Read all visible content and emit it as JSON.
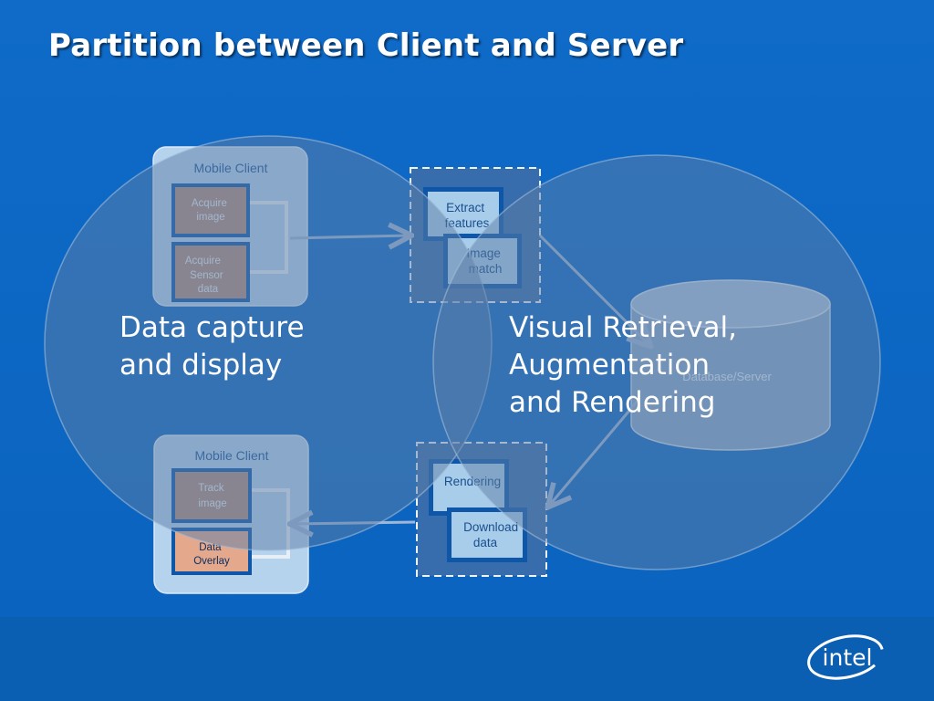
{
  "slide": {
    "title": "Partition between Client and Server"
  },
  "client_top": {
    "header": "Mobile Client",
    "boxes": [
      "Acquire image",
      "Acquire Sensor data"
    ]
  },
  "client_bottom": {
    "header": "Mobile Client",
    "boxes": [
      "Track image",
      "Data Overlay"
    ]
  },
  "server_top": {
    "boxes": [
      "Extract features",
      "Image match"
    ]
  },
  "server_bottom": {
    "boxes": [
      "Rendering",
      "Download data"
    ]
  },
  "database": {
    "label": "Database/Server"
  },
  "regions": {
    "client": "Data capture and display",
    "server": "Visual Retrieval, Augmentation and Rendering"
  },
  "logo": {
    "text": "intel"
  },
  "colors": {
    "background": "#0c6bc4",
    "footer_band": "#0b5fb3",
    "client_step_fill": "#b58d7a",
    "server_step_fill": "#a8cdea",
    "overlay_fill": "#e4a88c"
  }
}
